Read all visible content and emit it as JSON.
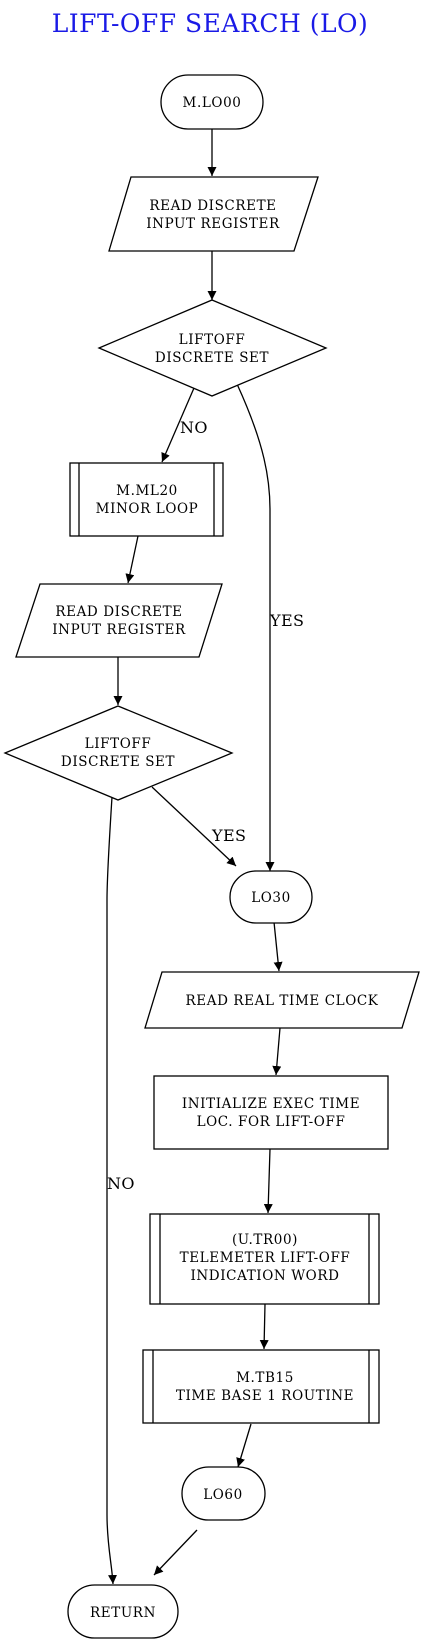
{
  "title": "LIFT-OFF SEARCH (LO)",
  "colors": {
    "title": "#1a1ae6",
    "stroke": "#000000",
    "fill": "#ffffff"
  },
  "nodes": {
    "start": "M.LO00",
    "read1": [
      "READ DISCRETE",
      "INPUT REGISTER"
    ],
    "dec1": [
      "LIFTOFF",
      "DISCRETE SET"
    ],
    "minor": [
      "M.ML20",
      "MINOR LOOP"
    ],
    "read2": [
      "READ DISCRETE",
      "INPUT REGISTER"
    ],
    "dec2": [
      "LIFTOFF",
      "DISCRETE SET"
    ],
    "lo30": "LO30",
    "clock": "READ REAL TIME CLOCK",
    "init": [
      "INITIALIZE EXEC TIME",
      "LOC. FOR LIFT-OFF"
    ],
    "telem": [
      "(U.TR00)",
      "TELEMETER LIFT-OFF",
      "INDICATION WORD"
    ],
    "tb15": [
      "M.TB15",
      "TIME BASE 1 ROUTINE"
    ],
    "lo60": "LO60",
    "ret": "RETURN"
  },
  "edges": {
    "dec1_no": "NO",
    "dec1_yes": "YES",
    "dec2_yes": "YES",
    "dec2_no": "NO"
  }
}
